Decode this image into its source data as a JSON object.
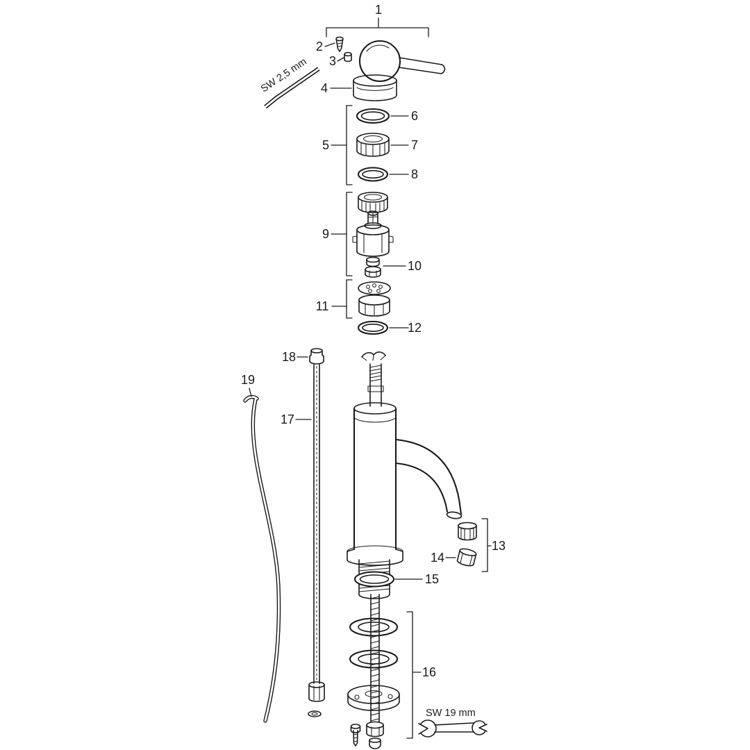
{
  "diagram": {
    "type": "exploded-parts-diagram",
    "subject": "single-lever basin mixer faucet",
    "background_color": "#ffffff",
    "line_color": "#1a1a1a"
  },
  "callouts": {
    "c1": "1",
    "c2": "2",
    "c3": "3",
    "c4": "4",
    "c5": "5",
    "c6": "6",
    "c7": "7",
    "c8": "8",
    "c9": "9",
    "c10": "10",
    "c11": "11",
    "c12": "12",
    "c13": "13",
    "c14": "14",
    "c15": "15",
    "c16": "16",
    "c17": "17",
    "c18": "18",
    "c19": "19"
  },
  "annotations": {
    "allen_key_size": "SW 2,5 mm",
    "wrench_size": "SW 19 mm"
  }
}
